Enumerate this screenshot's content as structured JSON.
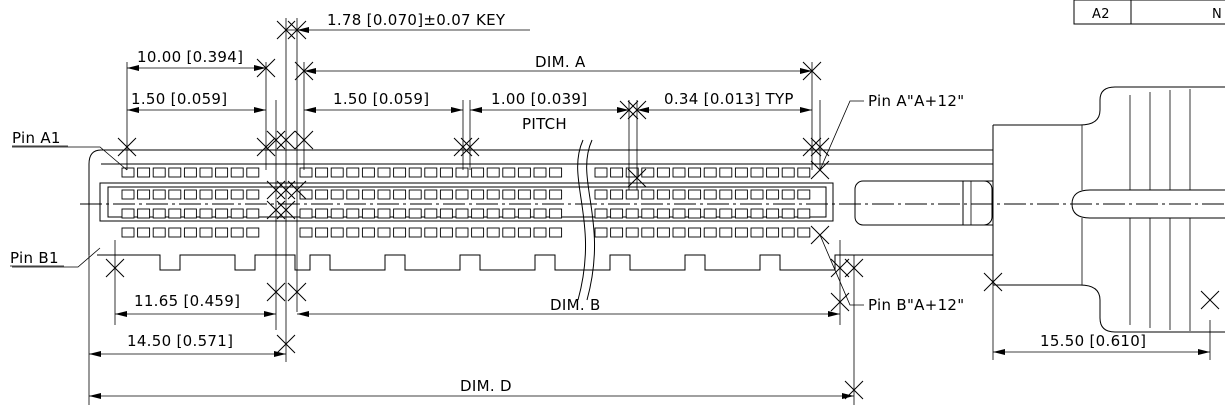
{
  "dimensions": {
    "key": "1.78 [0.070]±0.07 KEY",
    "d_10_00": "10.00 [0.394]",
    "dim_a": "DIM. A",
    "d_1_50_left": "1.50 [0.059]",
    "d_1_50_mid": "1.50 [0.059]",
    "d_1_00": "1.00 [0.039]",
    "pitch": "PITCH",
    "d_0_34": "0.34 [0.013] TYP",
    "d_11_65": "11.65 [0.459]",
    "dim_b": "DIM. B",
    "d_14_50": "14.50 [0.571]",
    "dim_d": "DIM. D",
    "d_15_50": "15.50 [0.610]"
  },
  "pins": {
    "a1": "Pin A1",
    "b1": "Pin B1",
    "a_last": "Pin A\"A+12\"",
    "b_last": "Pin B\"A+12\""
  },
  "table": {
    "cell_a2": "A2",
    "cell_n": "N"
  }
}
